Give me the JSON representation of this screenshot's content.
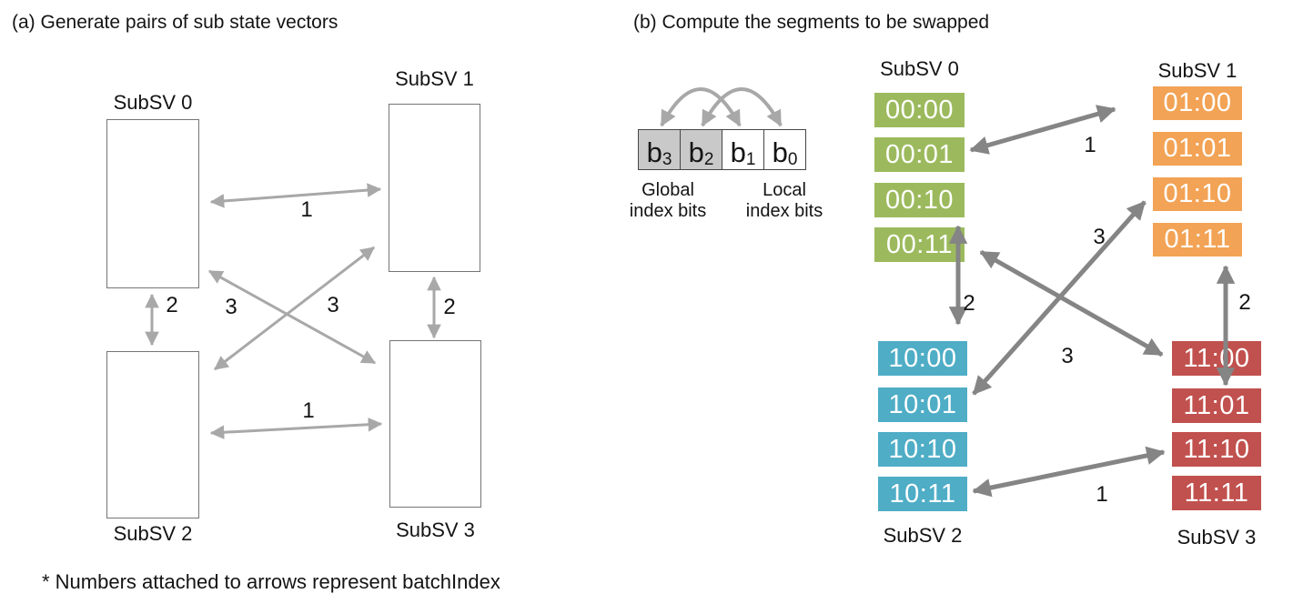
{
  "panel_a": {
    "title": "(a) Generate pairs of sub state vectors",
    "node_labels": [
      "SubSV 0",
      "SubSV 1",
      "SubSV 2",
      "SubSV 3"
    ],
    "arrow_labels": [
      "1",
      "2",
      "3",
      "3",
      "2",
      "1"
    ]
  },
  "panel_b": {
    "title": "(b) Compute the segments to be swapped",
    "bits": [
      {
        "base": "b",
        "sub": "3",
        "group": "global"
      },
      {
        "base": "b",
        "sub": "2",
        "group": "global"
      },
      {
        "base": "b",
        "sub": "1",
        "group": "local"
      },
      {
        "base": "b",
        "sub": "0",
        "group": "local"
      }
    ],
    "captions": {
      "global_line1": "Global",
      "global_line2": "index bits",
      "local_line1": "Local",
      "local_line2": "index bits"
    },
    "columns": [
      {
        "name": "SubSV 0",
        "color": "#9CBA5D",
        "segments": [
          "00:00",
          "00:01",
          "00:10",
          "00:11"
        ]
      },
      {
        "name": "SubSV 1",
        "color": "#F2A355",
        "segments": [
          "01:00",
          "01:01",
          "01:10",
          "01:11"
        ]
      },
      {
        "name": "SubSV 2",
        "color": "#4FADC6",
        "segments": [
          "10:00",
          "10:01",
          "10:10",
          "10:11"
        ]
      },
      {
        "name": "SubSV 3",
        "color": "#C1514E",
        "segments": [
          "11:00",
          "11:01",
          "11:10",
          "11:11"
        ]
      }
    ],
    "arrow_labels": [
      "1",
      "2",
      "3",
      "3",
      "2",
      "1"
    ]
  },
  "footnote": "* Numbers attached to arrows represent batchIndex",
  "colors": {
    "subsv0_green": "#9CBA5D",
    "subsv1_orange": "#F2A355",
    "subsv2_blue": "#4FADC6",
    "subsv3_red": "#C1514E",
    "arrow_light_gray": "#A8A8A8",
    "arrow_dark_gray": "#858585",
    "bit_cell_gray_fill": "#C9C9C9"
  }
}
